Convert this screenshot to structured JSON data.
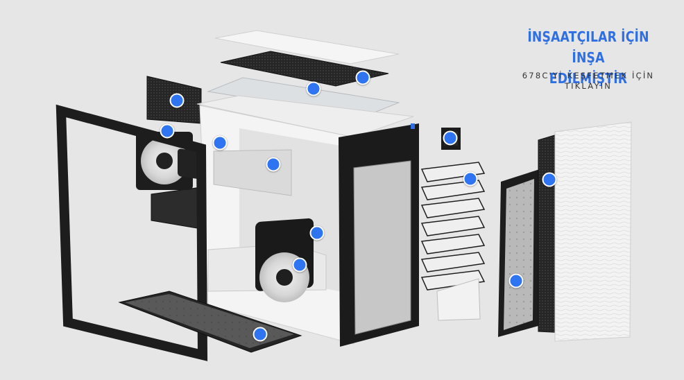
{
  "hero": {
    "title_line1": "İNŞAATÇILAR İÇİN İNŞA",
    "title_line2": "EDİLMİŞTİR",
    "cta_line1": "678C'Yİ KEŞFETMEK İÇİN",
    "cta_line2": "TIKLAYIN",
    "accent_color": "#2f6fe4"
  },
  "hotspots": [
    {
      "id": "top-filter"
    },
    {
      "id": "top-panel-glass"
    },
    {
      "id": "rear-psu-shroud-panel"
    },
    {
      "id": "rear-fans"
    },
    {
      "id": "top-fan"
    },
    {
      "id": "drive-cage-top"
    },
    {
      "id": "motherboard-tray"
    },
    {
      "id": "front-fan"
    },
    {
      "id": "bottom-dust-filter"
    },
    {
      "id": "rgb-controller"
    },
    {
      "id": "drive-sleds"
    },
    {
      "id": "front-panel"
    },
    {
      "id": "front-dust-filter"
    }
  ]
}
